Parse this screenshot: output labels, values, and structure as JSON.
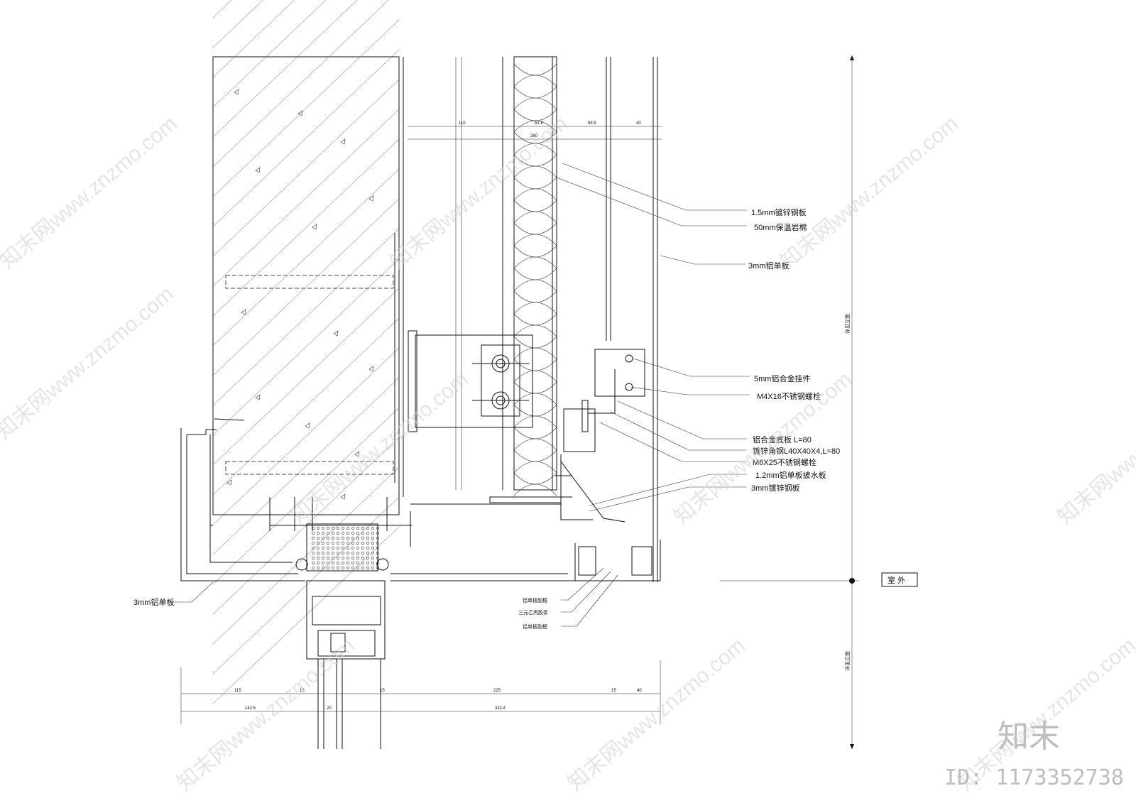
{
  "callouts_right": [
    "1.5mm镀锌钢板",
    "50mm保温岩棉",
    "3mm铝单板",
    "5mm铝合金挂件",
    "M4X16不锈钢螺栓",
    "铝合金底板 L=80",
    "镀锌角钢L40X40X4,L=80",
    "M6X25不锈钢螺栓",
    "1.2mm铝单板披水板",
    "3mm镀锌钢板"
  ],
  "callout_left": "3mm铝单板",
  "callouts_bottom": [
    "铝单板副框",
    "三元乙丙胶条",
    "铝单板副框"
  ],
  "top_dims": [
    "110",
    "51.5",
    "58.5",
    "40",
    "260"
  ],
  "bottom_dims_row1": [
    "115",
    "15",
    "15",
    "225",
    "15",
    "40"
  ],
  "bottom_dims_row2": [
    "142.6",
    "20",
    "332.4"
  ],
  "elevation_notes": [
    "详见立面",
    "详见立面"
  ],
  "outdoor_label": "室 外",
  "watermark_text": "知末网www.znzmo.com",
  "brand_logo": "知末",
  "brand_id": "ID: 1173352738"
}
